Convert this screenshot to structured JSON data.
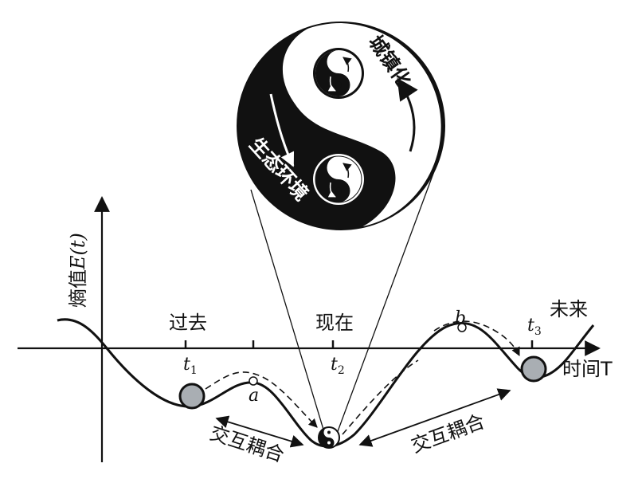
{
  "axes": {
    "y_label_prefix": "熵值",
    "y_label_var": "E(t)",
    "x_label": "时间T"
  },
  "time_labels": {
    "past": "过去",
    "present": "现在",
    "future": "未来"
  },
  "ticks": {
    "t1": {
      "main": "t",
      "sub": "1"
    },
    "t2": {
      "main": "t",
      "sub": "2"
    },
    "t3": {
      "main": "t",
      "sub": "3"
    }
  },
  "points": {
    "a": "a",
    "b": "b"
  },
  "coupling_labels": {
    "left": "交互耦合",
    "right": "交互耦合"
  },
  "yin_yang": {
    "top_label": "城镇化",
    "bottom_label": "生态环境"
  }
}
